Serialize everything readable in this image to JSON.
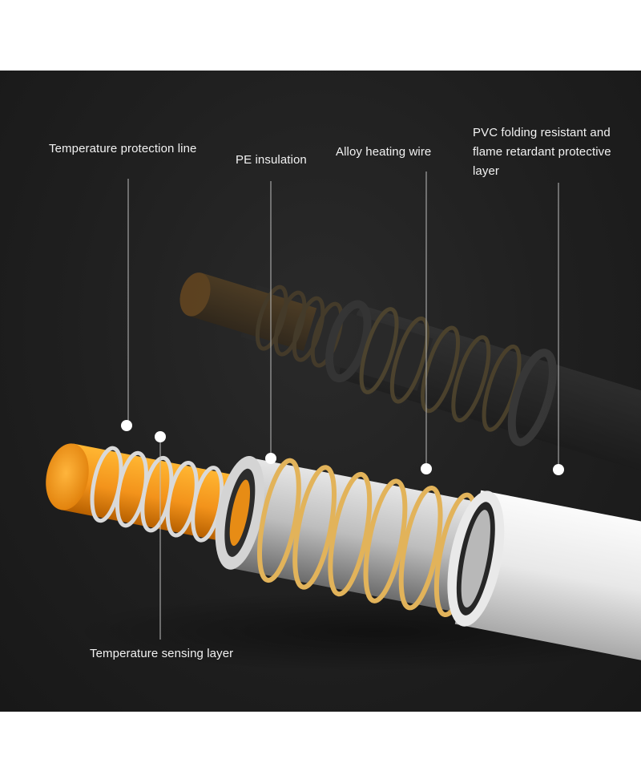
{
  "labels": {
    "temperature_protection_line": "Temperature protection line",
    "pe_insulation": "PE insulation",
    "alloy_heating_wire": "Alloy heating wire",
    "pvc_layer": "PVC folding resistant and flame retardant protective layer",
    "temperature_sensing_layer": "Temperature sensing layer"
  },
  "colors": {
    "background": "#1f1f1f",
    "core_orange": "#f09a1a",
    "heating_wire_gold": "#e2b35a",
    "sheath_white": "#eeeeee",
    "label_text": "#f2f2f2"
  }
}
